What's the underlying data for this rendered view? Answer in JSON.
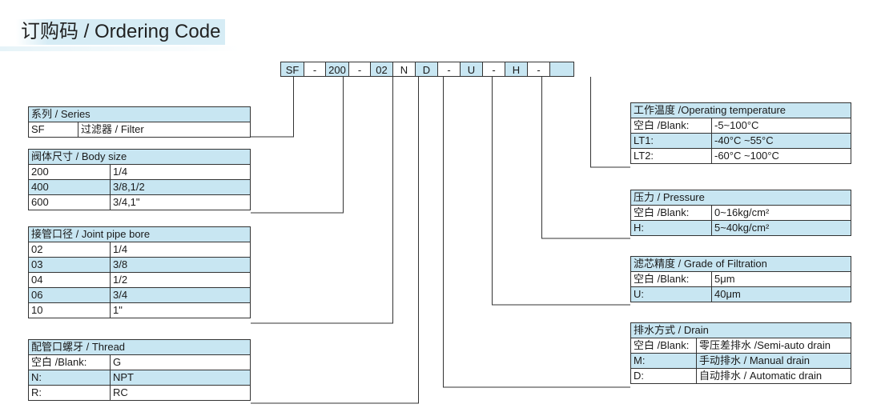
{
  "title": "订购码 / Ordering Code",
  "code_row": [
    "SF",
    "-",
    "200",
    "-",
    "02",
    "N",
    "D",
    "-",
    "U",
    "-",
    "H",
    "-",
    ""
  ],
  "series": {
    "header": "系列 / Series",
    "rows": [
      [
        "SF",
        "过滤器 / Filter"
      ]
    ]
  },
  "body_size": {
    "header": "阀体尺寸 / Body size",
    "rows": [
      [
        "200",
        "1/4"
      ],
      [
        "400",
        "3/8,1/2"
      ],
      [
        "600",
        "3/4,1\""
      ]
    ]
  },
  "pipe_bore": {
    "header": "接管口径 / Joint pipe bore",
    "rows": [
      [
        "02",
        "1/4"
      ],
      [
        "03",
        "3/8"
      ],
      [
        "04",
        "1/2"
      ],
      [
        "06",
        "3/4"
      ],
      [
        "10",
        "1\""
      ]
    ]
  },
  "thread": {
    "header": "配管口螺牙 / Thread",
    "rows": [
      [
        "空白 /Blank:",
        "G"
      ],
      [
        "N:",
        "NPT"
      ],
      [
        "R:",
        "RC"
      ]
    ]
  },
  "temperature": {
    "header": "工作温度 /Operating temperature",
    "rows": [
      [
        "空白 /Blank:",
        "-5~100°C"
      ],
      [
        "LT1:",
        "-40°C ~55°C"
      ],
      [
        "LT2:",
        "-60°C ~100°C"
      ]
    ]
  },
  "pressure": {
    "header": "压力 / Pressure",
    "rows": [
      [
        "空白 /Blank:",
        "0~16kg/cm²"
      ],
      [
        "H:",
        "5~40kg/cm²"
      ]
    ]
  },
  "filtration": {
    "header": "滤芯精度 / Grade of Filtration",
    "rows": [
      [
        "空白 /Blank:",
        "5μm"
      ],
      [
        "U:",
        "40μm"
      ]
    ]
  },
  "drain": {
    "header": "排水方式 / Drain",
    "rows": [
      [
        "空白 /Blank:",
        "零压差排水 /Semi-auto drain"
      ],
      [
        "M:",
        "手动排水 / Manual drain"
      ],
      [
        "D:",
        "自动排水 / Automatic drain"
      ]
    ]
  },
  "colors": {
    "header_bg": "#c8e6f2",
    "line": "#333333"
  }
}
